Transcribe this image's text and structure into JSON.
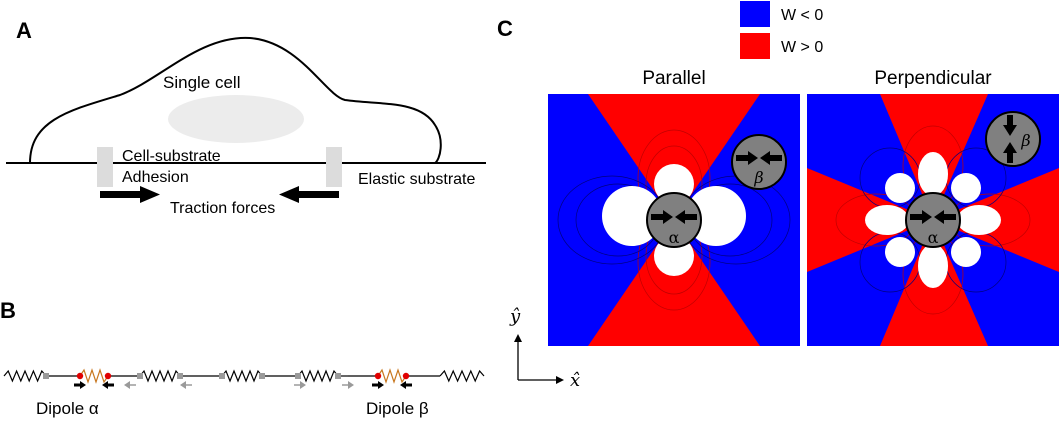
{
  "panels": {
    "a": "A",
    "b": "B",
    "c": "C"
  },
  "panel_a": {
    "cell_label": "Single cell",
    "adhesion_line1": "Cell-substrate",
    "adhesion_line2": "Adhesion",
    "substrate_label": "Elastic substrate",
    "traction_label": "Traction forces"
  },
  "panel_b": {
    "dipole_alpha": "Dipole α",
    "dipole_beta": "Dipole β"
  },
  "panel_c": {
    "legend": [
      {
        "label": "W < 0",
        "color": "#0000ff"
      },
      {
        "label": "W > 0",
        "color": "#ff0000"
      }
    ],
    "map_parallel_title": "Parallel",
    "map_perpendicular_title": "Perpendicular",
    "alpha_symbol": "α",
    "beta_symbol": "β",
    "axis_y": "ŷ",
    "axis_x": "x̂"
  }
}
